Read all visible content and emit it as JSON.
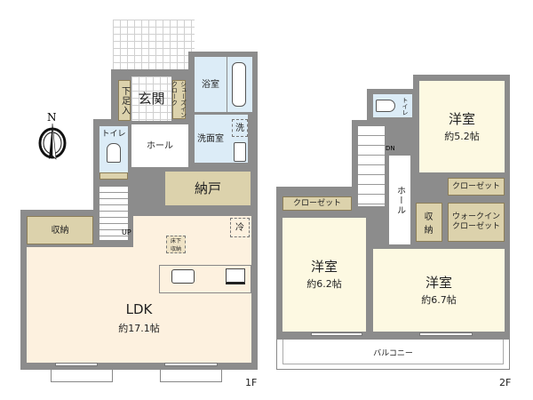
{
  "compass": {
    "north_label": "N"
  },
  "floor1": {
    "label": "1F",
    "rooms": {
      "entrance": "玄関",
      "shoe_storage": "下足入",
      "shoe_in_cloak": "シューズインクローク",
      "bathroom": "浴室",
      "washroom": "洗面室",
      "washer": "洗",
      "toilet": "トイレ",
      "hall": "ホール",
      "storeroom": "納戸",
      "storage": "収納",
      "underfloor_storage": "床下収納",
      "fridge": "冷",
      "stairs_up": "UP",
      "ldk": {
        "name": "LDK",
        "size": "約17.1帖"
      }
    }
  },
  "floor2": {
    "label": "2F",
    "rooms": {
      "toilet": "トイレ",
      "stairs_down": "DN",
      "hall": "ホール",
      "bedroom1": {
        "name": "洋室",
        "size": "約5.2帖"
      },
      "closet1": "クローゼット",
      "storage": "収納",
      "walk_in_closet": "ウォークインクローゼット",
      "closet2": "クローゼット",
      "bedroom2": {
        "name": "洋室",
        "size": "約6.2帖"
      },
      "bedroom3": {
        "name": "洋室",
        "size": "約6.7帖"
      },
      "balcony": "バルコニー"
    }
  },
  "colors": {
    "wall": "#8c8c8c",
    "ldk_floor": "#fdf1df",
    "bedroom_floor": "#fdf9e2",
    "wet_area": "#dcecf7",
    "storage": "#dcd2ac"
  }
}
